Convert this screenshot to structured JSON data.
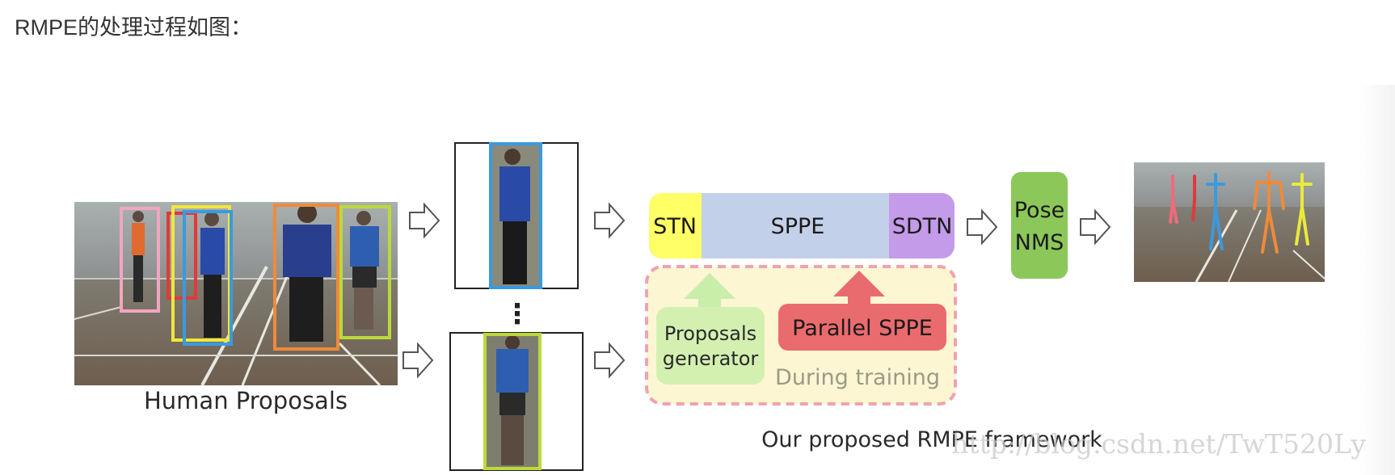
{
  "intro_text": "RMPE的处理过程如图：",
  "diagram": {
    "input_label": "Human Proposals",
    "dots": "⋮",
    "pipeline": {
      "stn": "STN",
      "sppe": "SPPE",
      "sdtn": "SDTN"
    },
    "pose_nms": [
      "Pose",
      "NMS"
    ],
    "training": {
      "proposals_generator": [
        "Proposals",
        "generator"
      ],
      "parallel_sppe": "Parallel SPPE",
      "during_training": "During training"
    },
    "caption": "Our proposed RMPE framework",
    "watermark": "http://blog.csdn.net/TwT520Ly",
    "colors": {
      "stn": "#ffff66",
      "sppe": "#c3d0e9",
      "sdtn": "#c49be8",
      "pose_nms": "#8cc75a",
      "training_bg": "#fcf6d2",
      "training_border": "#f0a2b0",
      "proposals_box": "#d3f0b0",
      "parallel_box": "#ea6b6e",
      "up_arrow_green": "#c8eeaa",
      "up_arrow_red": "#ea6b6e",
      "during_training_text": "#9a9a86"
    }
  }
}
